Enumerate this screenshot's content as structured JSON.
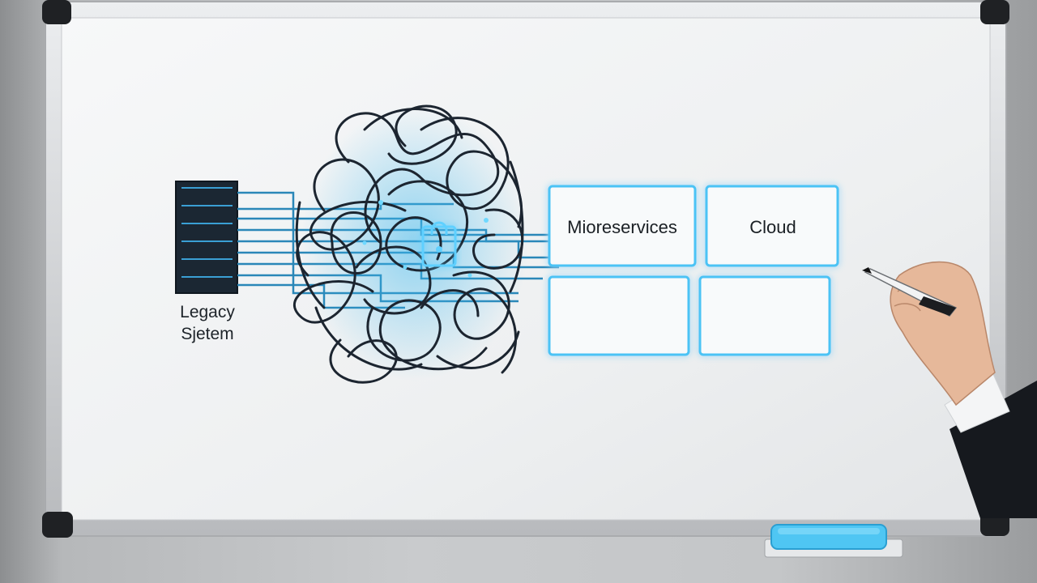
{
  "diagram": {
    "legacy_label_line1": "Legacy",
    "legacy_label_line2": "Sjetem",
    "panels": [
      {
        "label": "Mioreservices"
      },
      {
        "label": "Cloud"
      },
      {
        "label": ""
      },
      {
        "label": ""
      }
    ]
  },
  "colors": {
    "board": "#f3f4f5",
    "frame": "#d9dbdd",
    "ink": "#1c2530",
    "accent_line": "#2a87b8",
    "glow": "#4cc3f5",
    "server": "#1e2a36"
  },
  "icons": [
    "server-rack-icon",
    "tangle-icon",
    "marker-pen-icon",
    "eraser-icon"
  ]
}
